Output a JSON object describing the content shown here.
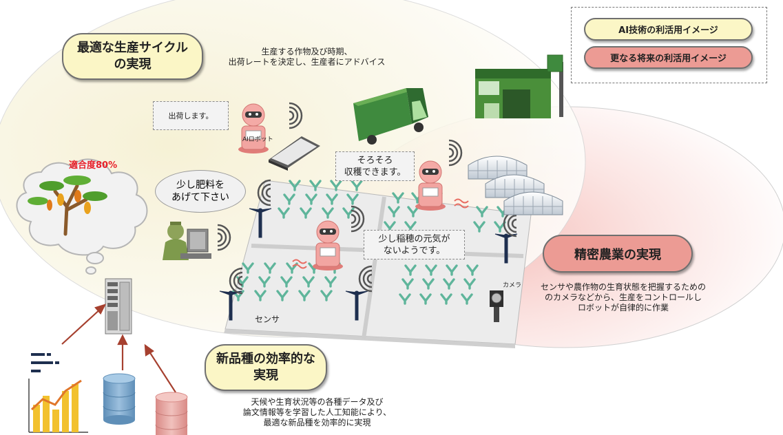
{
  "legend": {
    "ai_use": "AI技術の利活用イメージ",
    "future_use": "更なる将来の利活用イメージ"
  },
  "cycle": {
    "title_line1": "最適な生産サイクル",
    "title_line2": "の実現",
    "desc_line1": "生産する作物及び時期、",
    "desc_line2": "出荷レートを決定し、生産者にアドバイス"
  },
  "precision": {
    "title": "精密農業の実現",
    "desc_line1": "センサや農作物の生育状態を把握するための",
    "desc_line2": "のカメラなどから、生産をコントロールし",
    "desc_line3": "ロボットが自律的に作業"
  },
  "variety": {
    "title_line1": "新品種の効率的な",
    "title_line2": "実現",
    "desc_line1": "天候や生育状況等の各種データ及び",
    "desc_line2": "論文情報等を学習した人工知能により、",
    "desc_line3": "最適な新品種を効率的に実現"
  },
  "bubbles": {
    "ship": "出荷します。",
    "harvest_line1": "そろそろ",
    "harvest_line2": "収穫できます。",
    "rice_line1": "少し稲穂の元気が",
    "rice_line2": "ないようです。",
    "fertilizer_line1": "少し肥料を",
    "fertilizer_line2": "あげて下さい"
  },
  "labels": {
    "ai_robot": "AIロボット",
    "suitability": "適合度80%",
    "camera": "カメラ",
    "sensor": "センサ"
  },
  "colors": {
    "yellow_fill": "#fbf6c6",
    "red_fill": "#ec9b94",
    "accent_red": "#e8202a",
    "plant_green": "#5fb59b",
    "truck_green": "#3f8a3e"
  }
}
